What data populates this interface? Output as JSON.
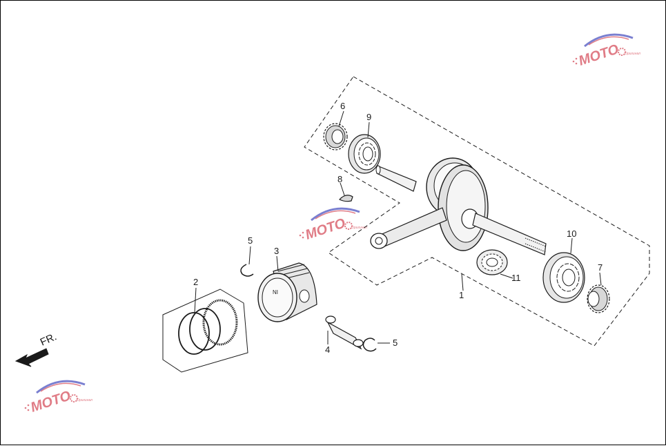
{
  "diagram": {
    "callouts": [
      {
        "id": "1",
        "label": "1"
      },
      {
        "id": "2",
        "label": "2"
      },
      {
        "id": "3",
        "label": "3"
      },
      {
        "id": "4",
        "label": "4"
      },
      {
        "id": "5a",
        "label": "5"
      },
      {
        "id": "5b",
        "label": "5"
      },
      {
        "id": "6",
        "label": "6"
      },
      {
        "id": "7",
        "label": "7"
      },
      {
        "id": "8",
        "label": "8"
      },
      {
        "id": "9",
        "label": "9"
      },
      {
        "id": "10",
        "label": "10"
      },
      {
        "id": "11",
        "label": "11"
      }
    ],
    "direction_label": "FR.",
    "piston_mark": "NI"
  },
  "watermark": {
    "text": "MOTO",
    "subtext": "Оригинал"
  },
  "colors": {
    "line": "#1a1a1a",
    "watermark": "#e07c86",
    "watermark_accent": "#7a7fd0"
  }
}
